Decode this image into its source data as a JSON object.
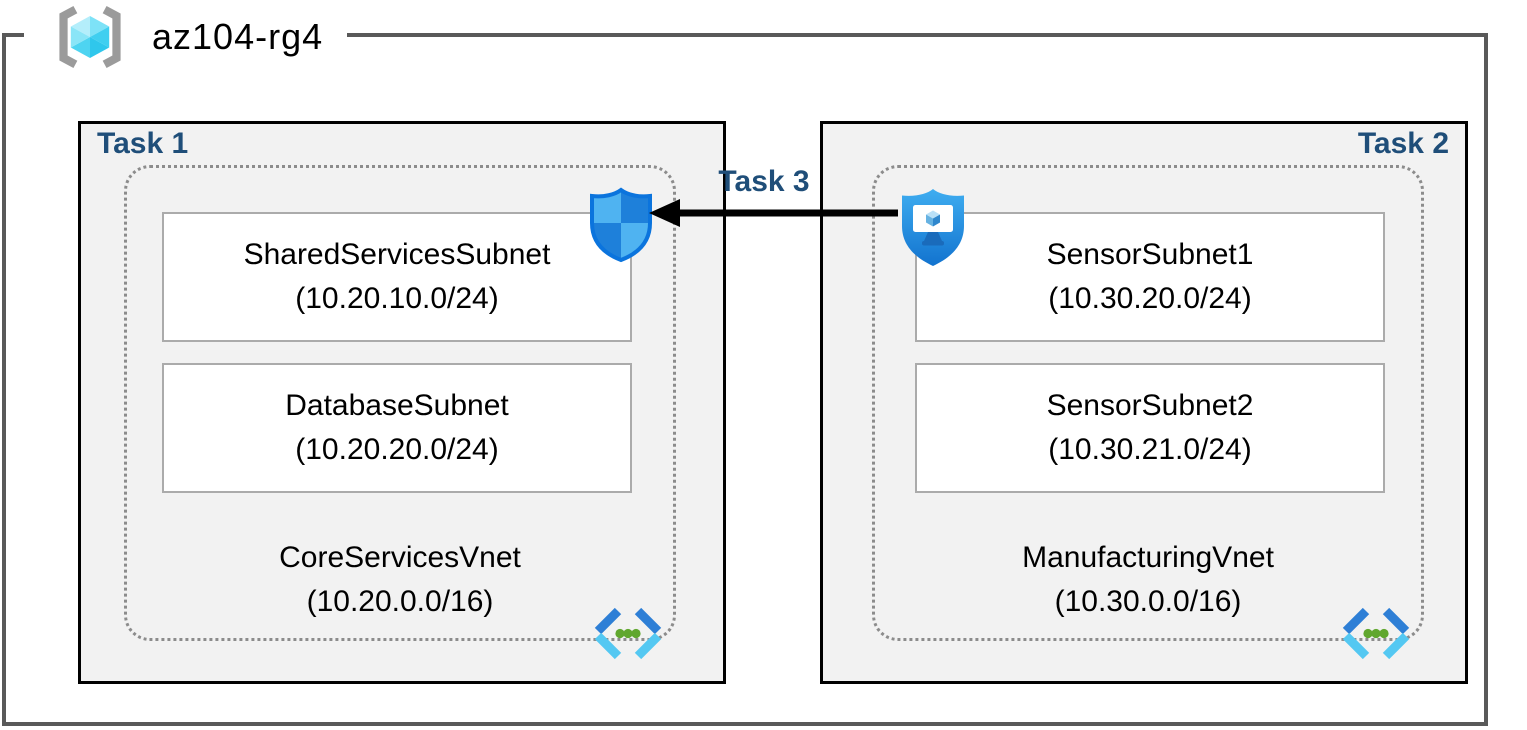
{
  "resource_group": {
    "label": "az104-rg4",
    "icon": "resource-group-icon"
  },
  "tasks": [
    {
      "label": "Task 1",
      "vnet": {
        "name": "CoreServicesVnet",
        "cidr": "(10.20.0.0/16)"
      },
      "subnets": [
        {
          "name": "SharedServicesSubnet",
          "cidr": "(10.20.10.0/24)"
        },
        {
          "name": "DatabaseSubnet",
          "cidr": "(10.20.20.0/24)"
        }
      ],
      "overlay_icon": "network-security-group-icon"
    },
    {
      "label": "Task 2",
      "vnet": {
        "name": "ManufacturingVnet",
        "cidr": "(10.30.0.0/16)"
      },
      "subnets": [
        {
          "name": "SensorSubnet1",
          "cidr": "(10.30.20.0/24)"
        },
        {
          "name": "SensorSubnet2",
          "cidr": "(10.30.21.0/24)"
        }
      ],
      "overlay_icon": "bastion-icon"
    }
  ],
  "connection": {
    "label": "Task 3",
    "arrow_icon": "arrow-left-icon",
    "direction": "right-to-left"
  },
  "icons": {
    "resource_group": "resource-group-icon",
    "virtual_network": "virtual-network-icon",
    "task1_overlay": "network-security-group-icon",
    "task2_overlay": "bastion-icon"
  },
  "colors": {
    "task_label": "#1f4e79",
    "task_box_fill": "#f2f2f2",
    "task_box_border": "#000000",
    "resource_group_border": "#595959",
    "vnet_dotted_border": "#8c8c8c",
    "subnet_border": "#ababab",
    "arrow": "#000000",
    "shield_blue_light": "#4fb3f1",
    "shield_blue_dark": "#1e80da",
    "shield_stroke": "#0b74dd",
    "chevron_dark_blue": "#2e7fd6",
    "chevron_light_blue": "#54c8f2",
    "dot_green": "#60a72e",
    "cube_cyan": "#45d0f0"
  }
}
